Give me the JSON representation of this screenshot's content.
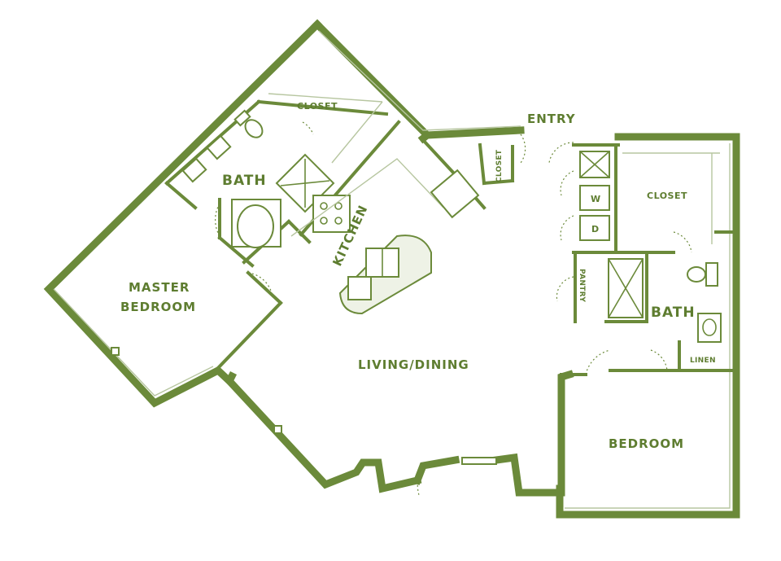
{
  "floorplan": {
    "accent_color": "#6b8a3a",
    "rooms": {
      "entry": "ENTRY",
      "closet_master": "CLOSET",
      "bath_master": "BATH",
      "master_bedroom_line1": "MASTER",
      "master_bedroom_line2": "BEDROOM",
      "kitchen": "KITCHEN",
      "living_dining": "LIVING/DINING",
      "closet_entry": "CLOSET",
      "closet_right": "CLOSET",
      "washer": "W",
      "dryer": "D",
      "pantry": "PANTRY",
      "bath_second": "BATH",
      "linen": "LINEN",
      "bedroom": "BEDROOM"
    }
  }
}
